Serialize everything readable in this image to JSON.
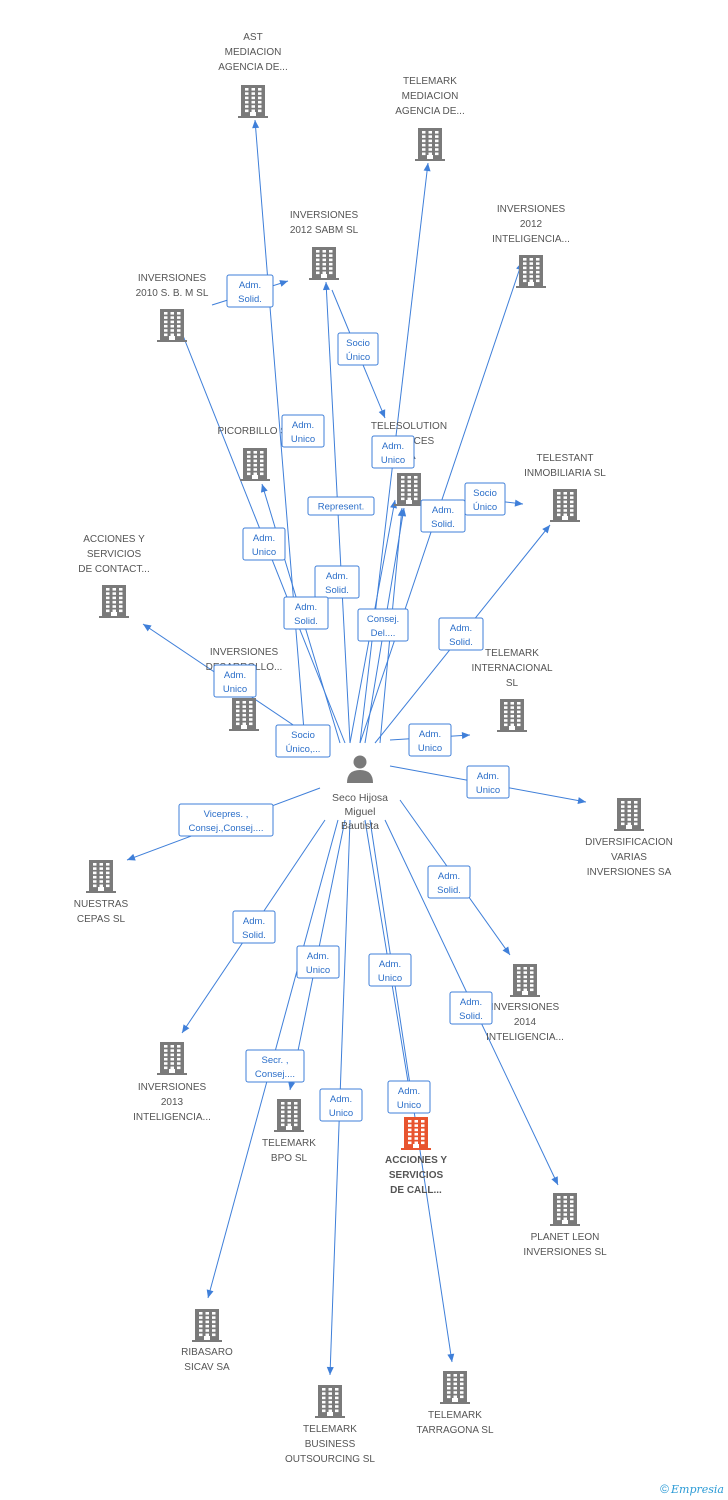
{
  "person": {
    "label_lines": [
      "Seco Hijosa",
      "Miguel",
      "Bautista"
    ]
  },
  "companies": [
    {
      "id": "ast",
      "lines": [
        "AST",
        "MEDIACION",
        "AGENCIA DE..."
      ],
      "highlight": false
    },
    {
      "id": "telemark_med",
      "lines": [
        "TELEMARK",
        "MEDIACION",
        "AGENCIA DE..."
      ],
      "highlight": false
    },
    {
      "id": "inv2012sabm",
      "lines": [
        "INVERSIONES",
        "2012 SABM SL"
      ],
      "highlight": false
    },
    {
      "id": "inv2012int",
      "lines": [
        "INVERSIONES",
        "2012",
        "INTELIGENCIA..."
      ],
      "highlight": false
    },
    {
      "id": "inv2010",
      "lines": [
        "INVERSIONES",
        "2010 S.  B. M SL"
      ],
      "highlight": false
    },
    {
      "id": "picorbillo",
      "lines": [
        "PICORBILLO  SL"
      ],
      "highlight": false
    },
    {
      "id": "telesolution",
      "lines": [
        "TELESOLUTION",
        "SERVICES",
        "SA"
      ],
      "highlight": false
    },
    {
      "id": "telestant",
      "lines": [
        "TELESTANT",
        "INMOBILIARIA SL"
      ],
      "highlight": false
    },
    {
      "id": "acc_contact",
      "lines": [
        "ACCIONES Y",
        "SERVICIOS",
        "DE CONTACT..."
      ],
      "highlight": false
    },
    {
      "id": "inv_desarrollo",
      "lines": [
        "INVERSIONES",
        "DESARROLLO..."
      ],
      "highlight": false
    },
    {
      "id": "telemark_int",
      "lines": [
        "TELEMARK",
        "INTERNACIONAL",
        "SL"
      ],
      "highlight": false
    },
    {
      "id": "diversificacion",
      "lines": [
        "DIVERSIFICACION",
        "VARIAS",
        "INVERSIONES SA"
      ],
      "highlight": false
    },
    {
      "id": "nuestras",
      "lines": [
        "NUESTRAS",
        "CEPAS SL"
      ],
      "highlight": false
    },
    {
      "id": "inv2014",
      "lines": [
        "INVERSIONES",
        "2014",
        "INTELIGENCIA..."
      ],
      "highlight": false
    },
    {
      "id": "inv2013",
      "lines": [
        "INVERSIONES",
        "2013",
        "INTELIGENCIA..."
      ],
      "highlight": false
    },
    {
      "id": "telemark_bpo",
      "lines": [
        "TELEMARK",
        "BPO SL"
      ],
      "highlight": false
    },
    {
      "id": "acc_call",
      "lines": [
        "ACCIONES Y",
        "SERVICIOS",
        "DE CALL..."
      ],
      "highlight": true
    },
    {
      "id": "planet",
      "lines": [
        "PLANET LEON",
        "INVERSIONES SL"
      ],
      "highlight": false
    },
    {
      "id": "ribasaro",
      "lines": [
        "RIBASARO",
        "SICAV SA"
      ],
      "highlight": false
    },
    {
      "id": "telemark_bo",
      "lines": [
        "TELEMARK",
        "BUSINESS",
        "OUTSOURCING SL"
      ],
      "highlight": false
    },
    {
      "id": "telemark_tarr",
      "lines": [
        "TELEMARK",
        "TARRAGONA SL"
      ],
      "highlight": false
    }
  ],
  "roles": [
    {
      "id": "r1",
      "lines": [
        "Adm.",
        "Solid."
      ]
    },
    {
      "id": "r2",
      "lines": [
        "Socio",
        "Único"
      ]
    },
    {
      "id": "r3",
      "lines": [
        "Adm.",
        "Unico"
      ]
    },
    {
      "id": "r4",
      "lines": [
        "Adm.",
        "Unico"
      ]
    },
    {
      "id": "r5",
      "lines": [
        "Represent."
      ]
    },
    {
      "id": "r6",
      "lines": [
        "Socio",
        "Único"
      ]
    },
    {
      "id": "r7",
      "lines": [
        "Adm.",
        "Solid."
      ]
    },
    {
      "id": "r8",
      "lines": [
        "Adm.",
        "Unico"
      ]
    },
    {
      "id": "r9",
      "lines": [
        "Adm.",
        "Solid."
      ]
    },
    {
      "id": "r10",
      "lines": [
        "Adm.",
        "Solid."
      ]
    },
    {
      "id": "r11",
      "lines": [
        "Consej.",
        "Del...."
      ]
    },
    {
      "id": "r12",
      "lines": [
        "Adm.",
        "Solid."
      ]
    },
    {
      "id": "r13",
      "lines": [
        "Adm.",
        "Unico"
      ]
    },
    {
      "id": "r14",
      "lines": [
        "Socio",
        "Único,..."
      ]
    },
    {
      "id": "r15",
      "lines": [
        "Adm.",
        "Unico"
      ]
    },
    {
      "id": "r16",
      "lines": [
        "Adm.",
        "Unico"
      ]
    },
    {
      "id": "r17",
      "lines": [
        "Vicepres. ,",
        "Consej.,Consej...."
      ]
    },
    {
      "id": "r18",
      "lines": [
        "Adm.",
        "Solid."
      ]
    },
    {
      "id": "r19",
      "lines": [
        "Adm.",
        "Solid."
      ]
    },
    {
      "id": "r20",
      "lines": [
        "Adm.",
        "Unico"
      ]
    },
    {
      "id": "r21",
      "lines": [
        "Adm.",
        "Unico"
      ]
    },
    {
      "id": "r22",
      "lines": [
        "Adm.",
        "Solid."
      ]
    },
    {
      "id": "r23",
      "lines": [
        "Secr. ,",
        "Consej...."
      ]
    },
    {
      "id": "r24",
      "lines": [
        "Adm.",
        "Unico"
      ]
    },
    {
      "id": "r25",
      "lines": [
        "Adm.",
        "Unico"
      ]
    }
  ],
  "colors": {
    "edge": "#3f7fd9",
    "building": "#7a7a7a",
    "building_highlight": "#e8542e",
    "person": "#7a7a7a"
  },
  "footer": {
    "copyright": "©",
    "brand": "Empresia"
  }
}
